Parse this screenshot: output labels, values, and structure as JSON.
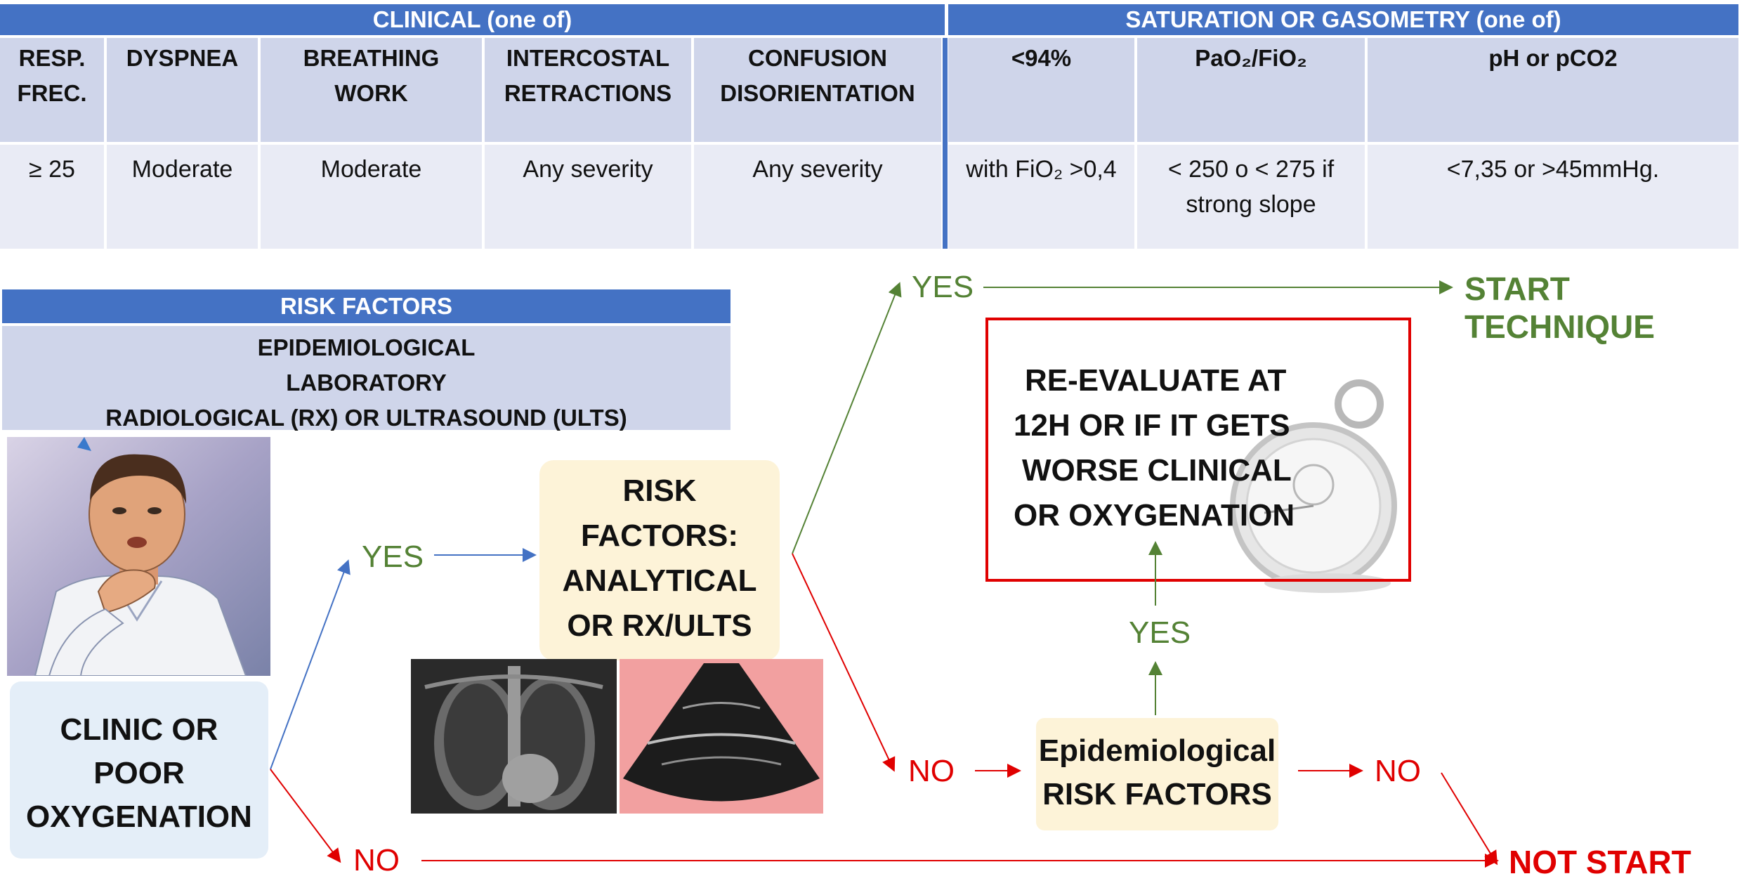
{
  "table": {
    "clinical_header": "CLINICAL (one of)",
    "saturation_header": "SATURATION OR GASOMETRY (one of)",
    "columns": [
      {
        "l1": "RESP.",
        "l2": "FREC.",
        "value1": "≥ 25",
        "value2": ""
      },
      {
        "l1": "DYSPNEA",
        "l2": "",
        "value1": "Moderate",
        "value2": ""
      },
      {
        "l1": "BREATHING",
        "l2": "WORK",
        "value1": "Moderate",
        "value2": ""
      },
      {
        "l1": "INTERCOSTAL",
        "l2": "RETRACTIONS",
        "value1": "Any severity",
        "value2": ""
      },
      {
        "l1": "CONFUSION",
        "l2": "DISORIENTATION",
        "value1": "Any severity",
        "value2": ""
      },
      {
        "l1": "<94%",
        "l2": "",
        "value1": "with FiO₂ >0,4",
        "value2": ""
      },
      {
        "l1": "PaO₂/FiO₂",
        "l2": "",
        "value1": "< 250 o < 275 if",
        "value2": "strong slope"
      },
      {
        "l1": "pH or pCO2",
        "l2": "",
        "value1": "<7,35 or >45mmHg.",
        "value2": ""
      }
    ]
  },
  "risk_factors": {
    "title": "RISK FACTORS",
    "lines": [
      "EPIDEMIOLOGICAL",
      "LABORATORY",
      "RADIOLOGICAL (RX) OR ULTRASOUND (ULTS)"
    ]
  },
  "flow": {
    "start_box": [
      "CLINIC OR",
      "POOR",
      "OXYGENATION"
    ],
    "yes_1": "YES",
    "no_bottom": "NO",
    "risk_box": [
      "RISK",
      "FACTORS:",
      "ANALYTICAL",
      "OR RX/ULTS"
    ],
    "yes_top": "YES",
    "start_technique": "START TECHNIQUE",
    "reevaluate_box": [
      "RE-EVALUATE AT",
      "12H OR IF IT GETS",
      "WORSE CLINICAL",
      "OR OXYGENATION"
    ],
    "no_mid": "NO",
    "epi_box": [
      "Epidemiological",
      "RISK FACTORS"
    ],
    "yes_up": "YES",
    "no_right": "NO",
    "not_start": "NOT START"
  },
  "colors": {
    "header_blue": "#4472c4",
    "header_light": "#cfd5ea",
    "row_light": "#e9ebf5",
    "green": "#548235",
    "red": "#e00000",
    "blue_arrow": "#4472c4",
    "cream": "#fdf3d8",
    "light_blue_box": "#e4eef8"
  }
}
